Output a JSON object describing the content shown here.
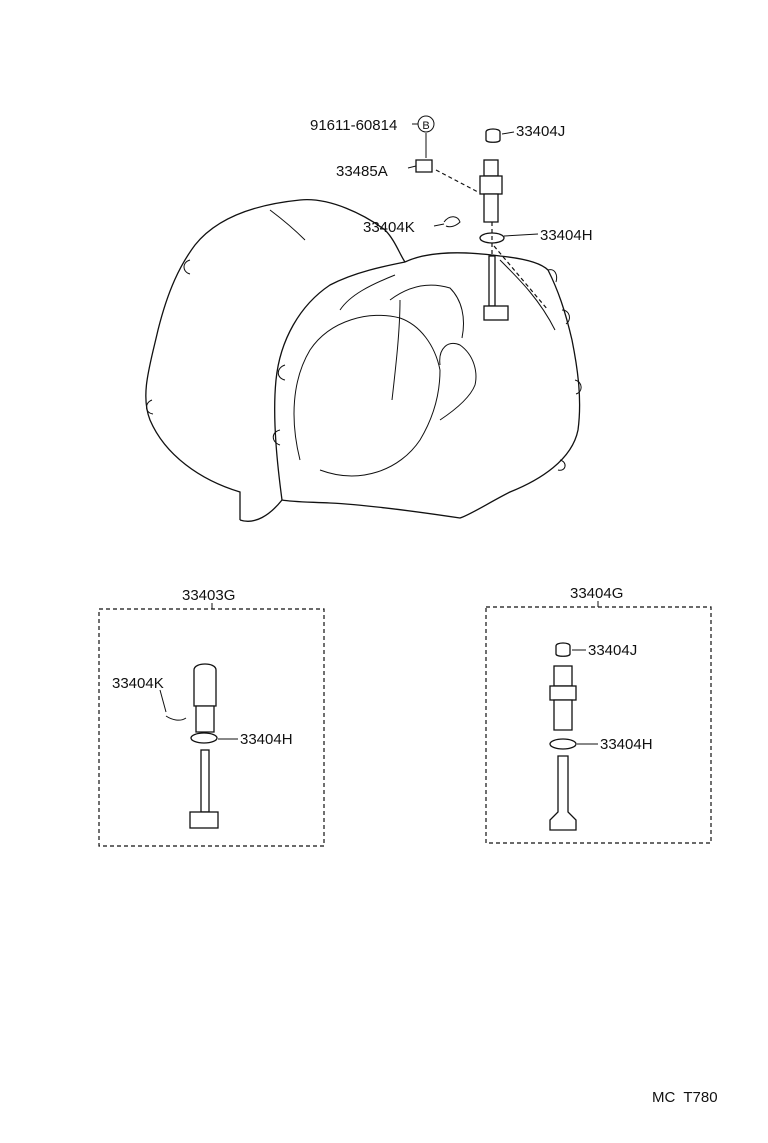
{
  "diagram": {
    "labels": {
      "bolt": "91611-60814",
      "bolt_marker": "B",
      "cap_top": "33404J",
      "plate": "33485A",
      "clip_top": "33404K",
      "oring_top": "33404H",
      "kit_left": "33403G",
      "clip_left": "33404K",
      "oring_left": "33404H",
      "kit_right": "33404G",
      "cap_right": "33404J",
      "oring_right": "33404H"
    },
    "figure_code": "MC  T780"
  }
}
